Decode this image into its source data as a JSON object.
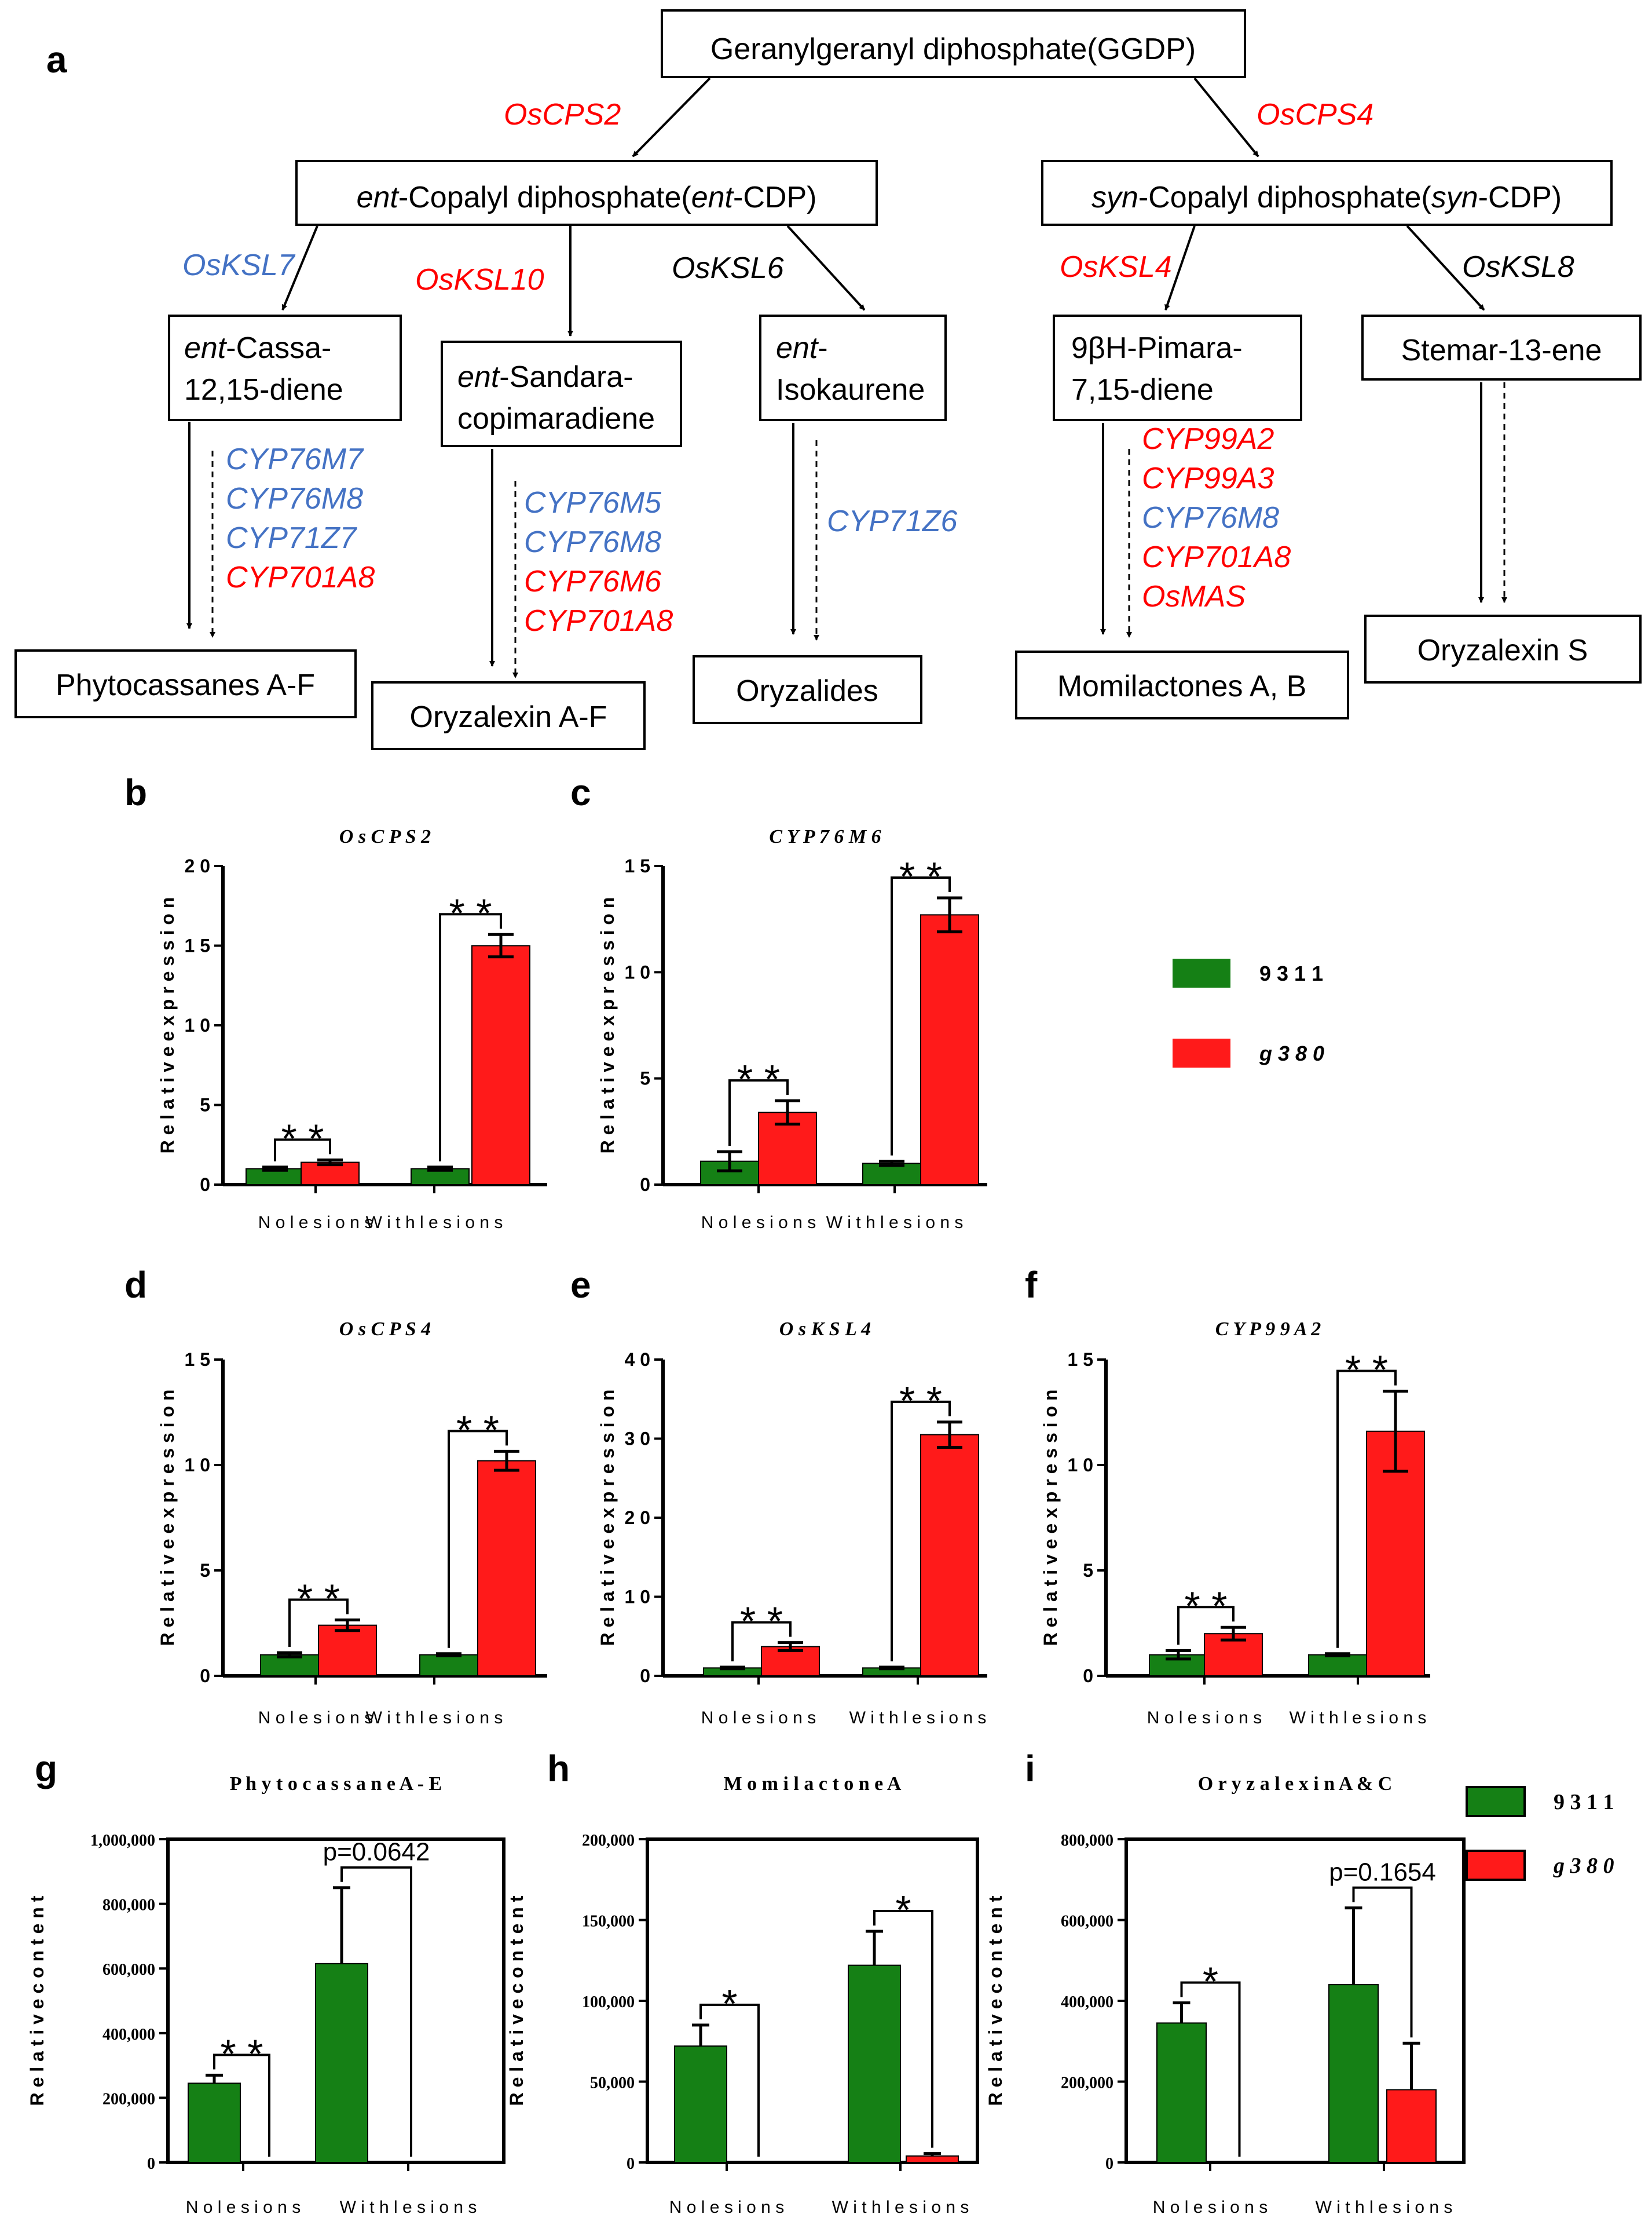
{
  "colors": {
    "red": "#ff0000",
    "blue": "#4472c4",
    "black": "#000000",
    "green": "#158015",
    "bar_red": "#ff1a1a"
  },
  "pathway": {
    "panel_label": "a",
    "nodes": [
      {
        "id": "ggdp",
        "lines": [
          [
            {
              "t": "Geranylgeranyl diphosphate(GGDP)",
              "i": false
            }
          ]
        ]
      },
      {
        "id": "entcdp",
        "lines": [
          [
            {
              "t": "ent",
              "i": true
            },
            {
              "t": "-Copalyl diphosphate(",
              "i": false
            },
            {
              "t": "ent",
              "i": true
            },
            {
              "t": "-CDP)",
              "i": false
            }
          ]
        ]
      },
      {
        "id": "syncdp",
        "lines": [
          [
            {
              "t": "syn",
              "i": true
            },
            {
              "t": "-Copalyl diphosphate(",
              "i": false
            },
            {
              "t": "syn",
              "i": true
            },
            {
              "t": "-CDP)",
              "i": false
            }
          ]
        ]
      },
      {
        "id": "cassa",
        "lines": [
          [
            {
              "t": "ent",
              "i": true
            },
            {
              "t": "-Cassa-",
              "i": false
            }
          ],
          [
            {
              "t": "12,15-diene",
              "i": false
            }
          ]
        ]
      },
      {
        "id": "sandara",
        "lines": [
          [
            {
              "t": "ent",
              "i": true
            },
            {
              "t": "-Sandara-",
              "i": false
            }
          ],
          [
            {
              "t": "copimaradiene",
              "i": false
            }
          ]
        ]
      },
      {
        "id": "isokaurene",
        "lines": [
          [
            {
              "t": "ent",
              "i": true
            },
            {
              "t": "-",
              "i": false
            }
          ],
          [
            {
              "t": "Isokaurene",
              "i": false
            }
          ]
        ]
      },
      {
        "id": "pimara",
        "lines": [
          [
            {
              "t": "9βH-Pimara-",
              "i": false
            }
          ],
          [
            {
              "t": "7,15-diene",
              "i": false
            }
          ]
        ]
      },
      {
        "id": "stemar",
        "lines": [
          [
            {
              "t": "Stemar-13-ene",
              "i": false
            }
          ]
        ]
      },
      {
        "id": "phytocassanes",
        "lines": [
          [
            {
              "t": "Phytocassanes A-F",
              "i": false
            }
          ]
        ]
      },
      {
        "id": "oryzalexin_af",
        "lines": [
          [
            {
              "t": "Oryzalexin A-F",
              "i": false
            }
          ]
        ]
      },
      {
        "id": "oryzalides",
        "lines": [
          [
            {
              "t": "Oryzalides",
              "i": false
            }
          ]
        ]
      },
      {
        "id": "momilactones",
        "lines": [
          [
            {
              "t": "Momilactones A, B",
              "i": false
            }
          ]
        ]
      },
      {
        "id": "oryzalexin_s",
        "lines": [
          [
            {
              "t": "Oryzalexin S",
              "i": false
            }
          ]
        ]
      }
    ],
    "enzymes": [
      {
        "id": "oscps2",
        "text": "OsCPS2",
        "color": "red"
      },
      {
        "id": "oscps4",
        "text": "OsCPS4",
        "color": "red"
      },
      {
        "id": "osksl7",
        "text": "OsKSL7",
        "color": "blue"
      },
      {
        "id": "osksl10",
        "text": "OsKSL10",
        "color": "red"
      },
      {
        "id": "osksl6",
        "text": "OsKSL6",
        "color": "black"
      },
      {
        "id": "osksl4",
        "text": "OsKSL4",
        "color": "red"
      },
      {
        "id": "osksl8",
        "text": "OsKSL8",
        "color": "black"
      }
    ],
    "gene_lists": [
      {
        "id": "cassa_genes",
        "genes": [
          {
            "t": "CYP76M7",
            "c": "blue"
          },
          {
            "t": "CYP76M8",
            "c": "blue"
          },
          {
            "t": "CYP71Z7",
            "c": "blue"
          },
          {
            "t": "CYP701A8",
            "c": "red"
          }
        ]
      },
      {
        "id": "sandara_genes",
        "genes": [
          {
            "t": "CYP76M5",
            "c": "blue"
          },
          {
            "t": "CYP76M8",
            "c": "blue"
          },
          {
            "t": "CYP76M6",
            "c": "red"
          },
          {
            "t": "CYP701A8",
            "c": "red"
          }
        ]
      },
      {
        "id": "isokaurene_genes",
        "genes": [
          {
            "t": "CYP71Z6",
            "c": "blue"
          }
        ]
      },
      {
        "id": "pimara_genes",
        "genes": [
          {
            "t": "CYP99A2",
            "c": "red"
          },
          {
            "t": "CYP99A3",
            "c": "red"
          },
          {
            "t": "CYP76M8",
            "c": "blue"
          },
          {
            "t": "CYP701A8",
            "c": "red"
          },
          {
            "t": "OsMAS",
            "c": "red"
          }
        ]
      }
    ]
  },
  "chart_data": [
    {
      "panel": "b",
      "type": "bar",
      "title": "O s C P S 2",
      "title_style": "italic",
      "ylabel": "R e l a t i v e   e x p r e s s i o n",
      "categories": [
        "N o   l e s i o n s",
        "W i t h   l e s i o n s"
      ],
      "ylim": [
        0,
        20
      ],
      "yticks": [
        0,
        5,
        10,
        15,
        20
      ],
      "ytick_labels": [
        "0",
        "5",
        "1 0",
        "1 5",
        "2 0"
      ],
      "series": [
        {
          "name": "9 3 1 1",
          "values": [
            1.0,
            1.0
          ],
          "errors": [
            0.1,
            0.1
          ]
        },
        {
          "name": "g 3 8 0",
          "values": [
            1.4,
            15.0
          ],
          "errors": [
            0.15,
            0.7
          ]
        }
      ],
      "annotations": [
        {
          "category": 0,
          "text": "* *"
        },
        {
          "category": 1,
          "text": "* *"
        }
      ]
    },
    {
      "panel": "c",
      "type": "bar",
      "title": "C Y P 7 6 M 6",
      "title_style": "italic",
      "ylabel": "R e l a t i v e   e x p r e s s i o n",
      "categories": [
        "N o   l e s i o n s",
        "W i t h   l e s i o n s"
      ],
      "ylim": [
        0,
        15
      ],
      "yticks": [
        0,
        5,
        10,
        15
      ],
      "ytick_labels": [
        "0",
        "5",
        "1 0",
        "1 5"
      ],
      "series": [
        {
          "name": "9 3 1 1",
          "values": [
            1.1,
            1.0
          ],
          "errors": [
            0.45,
            0.1
          ]
        },
        {
          "name": "g 3 8 0",
          "values": [
            3.4,
            12.7
          ],
          "errors": [
            0.55,
            0.8
          ]
        }
      ],
      "annotations": [
        {
          "category": 0,
          "text": "* *"
        },
        {
          "category": 1,
          "text": "* *"
        }
      ]
    },
    {
      "panel": "d",
      "type": "bar",
      "title": "O s C P S 4",
      "title_style": "italic",
      "ylabel": "R e l a t i v e   e x p r e s s i o n",
      "categories": [
        "N o   l e s i o n s",
        "W i t h   l e s i o n s"
      ],
      "ylim": [
        0,
        15
      ],
      "yticks": [
        0,
        5,
        10,
        15
      ],
      "ytick_labels": [
        "0",
        "5",
        "1 0",
        "1 5"
      ],
      "series": [
        {
          "name": "9 3 1 1",
          "values": [
            1.0,
            1.0
          ],
          "errors": [
            0.1,
            0.05
          ]
        },
        {
          "name": "g 3 8 0",
          "values": [
            2.4,
            10.2
          ],
          "errors": [
            0.25,
            0.45
          ]
        }
      ],
      "annotations": [
        {
          "category": 0,
          "text": "* *"
        },
        {
          "category": 1,
          "text": "* *"
        }
      ]
    },
    {
      "panel": "e",
      "type": "bar",
      "title": "O s K S L 4",
      "title_style": "italic",
      "ylabel": "R e l a t i v e   e x p r e s s i o n",
      "categories": [
        "N o   l e s i o n s",
        "W i t h   l e s i o n s"
      ],
      "ylim": [
        0,
        40
      ],
      "yticks": [
        0,
        10,
        20,
        30,
        40
      ],
      "ytick_labels": [
        "0",
        "1 0",
        "2 0",
        "3 0",
        "4 0"
      ],
      "series": [
        {
          "name": "9 3 1 1",
          "values": [
            1.0,
            1.0
          ],
          "errors": [
            0.1,
            0.1
          ]
        },
        {
          "name": "g 3 8 0",
          "values": [
            3.7,
            30.5
          ],
          "errors": [
            0.5,
            1.6
          ]
        }
      ],
      "annotations": [
        {
          "category": 0,
          "text": "* *"
        },
        {
          "category": 1,
          "text": "* *"
        }
      ]
    },
    {
      "panel": "f",
      "type": "bar",
      "title": "C Y P 9 9 A 2",
      "title_style": "italic",
      "ylabel": "R e l a t i v e   e x p r e s s i o n",
      "categories": [
        "N o   l e s i o n s",
        "W i t h   l e s i o n s"
      ],
      "ylim": [
        0,
        15
      ],
      "yticks": [
        0,
        5,
        10,
        15
      ],
      "ytick_labels": [
        "0",
        "5",
        "1 0",
        "1 5"
      ],
      "series": [
        {
          "name": "9 3 1 1",
          "values": [
            1.0,
            1.0
          ],
          "errors": [
            0.2,
            0.05
          ]
        },
        {
          "name": "g 3 8 0",
          "values": [
            2.0,
            11.6
          ],
          "errors": [
            0.3,
            1.9
          ]
        }
      ],
      "annotations": [
        {
          "category": 0,
          "text": "* *"
        },
        {
          "category": 1,
          "text": "* *"
        }
      ]
    },
    {
      "panel": "g",
      "type": "bar",
      "title": "P h y t o c a s s a n e   A - E",
      "title_style": "normal",
      "ylabel": "R e l a t i v e   c o n t e n t",
      "categories": [
        "N o   l e s i o n s",
        "W i t h   l e s i o n s"
      ],
      "ylim": [
        0,
        1000000
      ],
      "yticks": [
        0,
        200000,
        400000,
        600000,
        800000,
        1000000
      ],
      "ytick_labels": [
        "0",
        "200,000",
        "400,000",
        "600,000",
        "800,000",
        "1,000,000"
      ],
      "series": [
        {
          "name": "9 3 1 1",
          "values": [
            245000,
            615000
          ],
          "errors": [
            25000,
            235000
          ]
        },
        {
          "name": "g 3 8 0",
          "values": [
            0,
            0
          ],
          "errors": [
            0,
            0
          ]
        }
      ],
      "annotations": [
        {
          "category": 0,
          "text": "* *"
        },
        {
          "category": 1,
          "text": "p=0.0642"
        }
      ]
    },
    {
      "panel": "h",
      "type": "bar",
      "title": "M o m i l a c t o n e   A",
      "title_style": "normal",
      "ylabel": "R e l a t i v e   c o n t e n t",
      "categories": [
        "N o   l e s i o n s",
        "W i t h   l e s i o n s"
      ],
      "ylim": [
        0,
        200000
      ],
      "yticks": [
        0,
        50000,
        100000,
        150000,
        200000
      ],
      "ytick_labels": [
        "0",
        "50,000",
        "100,000",
        "150,000",
        "200,000"
      ],
      "series": [
        {
          "name": "9 3 1 1",
          "values": [
            72000,
            122000
          ],
          "errors": [
            13000,
            21000
          ]
        },
        {
          "name": "g 3 8 0",
          "values": [
            0,
            4000
          ],
          "errors": [
            0,
            1500
          ]
        }
      ],
      "annotations": [
        {
          "category": 0,
          "text": "*"
        },
        {
          "category": 1,
          "text": "*"
        }
      ]
    },
    {
      "panel": "i",
      "type": "bar",
      "title": "O r y z a l e x i n   A   &   C",
      "title_style": "normal",
      "ylabel": "R e l a t i v e   c o n t e n t",
      "categories": [
        "N o   l e s i o n s",
        "W i t h   l e s i o n s"
      ],
      "ylim": [
        0,
        800000
      ],
      "yticks": [
        0,
        200000,
        400000,
        600000,
        800000
      ],
      "ytick_labels": [
        "0",
        "200,000",
        "400,000",
        "600,000",
        "800,000"
      ],
      "series": [
        {
          "name": "9 3 1 1",
          "values": [
            345000,
            440000
          ],
          "errors": [
            50000,
            190000
          ]
        },
        {
          "name": "g 3 8 0",
          "values": [
            0,
            180000
          ],
          "errors": [
            0,
            115000
          ]
        }
      ],
      "annotations": [
        {
          "category": 0,
          "text": "*"
        },
        {
          "category": 1,
          "text": "p=0.1654"
        }
      ]
    }
  ],
  "legends": [
    {
      "id": "legend-top",
      "entries": [
        {
          "label": "9 3 1 1",
          "color": "green"
        },
        {
          "label": "g 3 8 0",
          "color": "bar_red"
        }
      ]
    },
    {
      "id": "legend-bottom",
      "entries": [
        {
          "label": "9 3 1 1",
          "color": "green"
        },
        {
          "label": "g 3 8 0",
          "color": "bar_red"
        }
      ]
    }
  ]
}
